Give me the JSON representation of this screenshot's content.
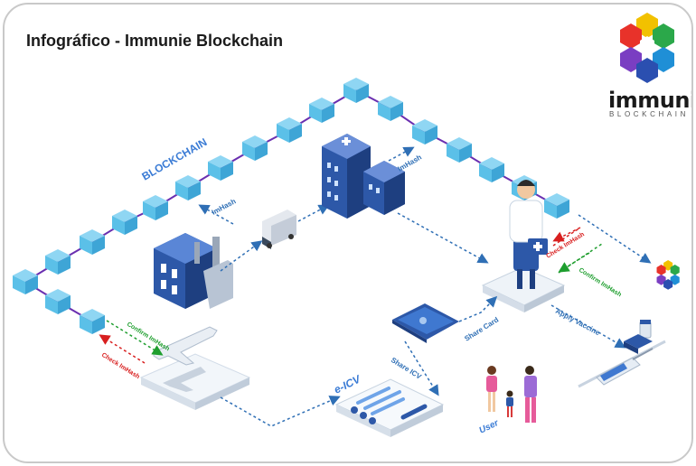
{
  "header": {
    "title": "Infográfico - Immunie Blockchain"
  },
  "logo": {
    "word": "immunie",
    "sub": "BLOCKCHAIN"
  },
  "labels": {
    "blockchain": "BLOCKCHAIN",
    "imhash_factory": "ImHash",
    "imhash_hospital": "ImHash",
    "confirm_imhash": "Confirm ImHash",
    "check_imhash": "Check ImHash",
    "check_imhash_doctor": "Check ImHash",
    "confirm_imhash_doctor": "Confirm ImHash",
    "share_card": "Share Card",
    "apply_vaccine": "Apply Vaccine",
    "share_icv": "Share ICV",
    "e_icv": "e-ICV",
    "user": "User"
  },
  "colors": {
    "block": "#5bc0e8",
    "chain": "#6a2fb0",
    "arrow": "#2f6fb5",
    "confirm": "#1e9e2e",
    "check": "#d81f1f",
    "building": "#2d58a8"
  }
}
